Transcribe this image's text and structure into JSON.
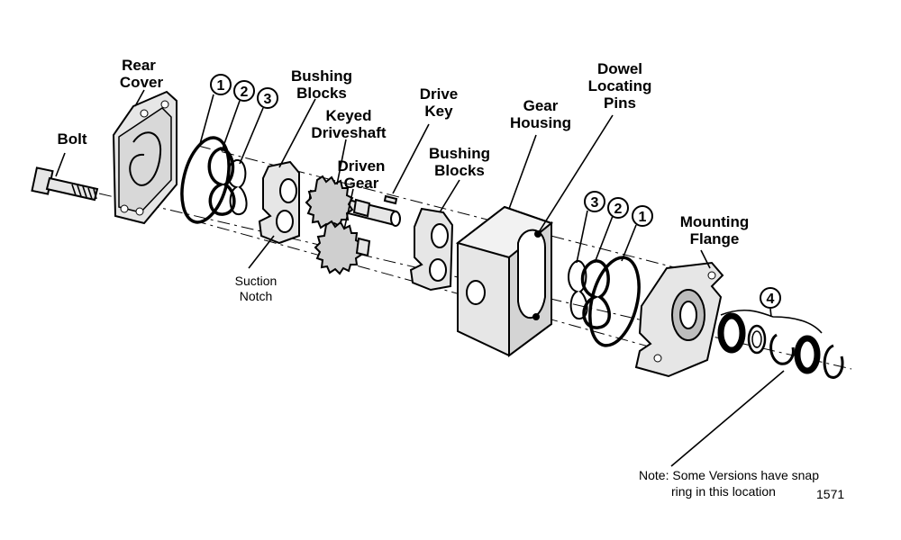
{
  "labels": {
    "rear_cover": [
      "Rear",
      "Cover"
    ],
    "bolt": "Bolt",
    "bushing_blocks_left": [
      "Bushing",
      "Blocks"
    ],
    "keyed_driveshaft": [
      "Keyed",
      "Driveshaft"
    ],
    "driven_gear": [
      "Driven",
      "Gear"
    ],
    "drive_key": [
      "Drive",
      "Key"
    ],
    "bushing_blocks_right": [
      "Bushing",
      "Blocks"
    ],
    "gear_housing": [
      "Gear",
      "Housing"
    ],
    "dowel_locating_pins": [
      "Dowel",
      "Locating",
      "Pins"
    ],
    "mounting_flange": [
      "Mounting",
      "Flange"
    ],
    "suction_notch": [
      "Suction",
      "Notch"
    ]
  },
  "callouts": {
    "left": [
      "1",
      "2",
      "3"
    ],
    "right": [
      "3",
      "2",
      "1"
    ],
    "seal_kit": "4"
  },
  "note": {
    "line1": "Note: Some Versions have snap",
    "line2": "ring in this location"
  },
  "figure_number": "1571",
  "icons": [
    "bolt",
    "rear-cover",
    "o-ring",
    "bushing-block",
    "driveshaft",
    "gear",
    "drive-key",
    "gear-housing",
    "mounting-flange",
    "shaft-seal",
    "snap-ring"
  ]
}
